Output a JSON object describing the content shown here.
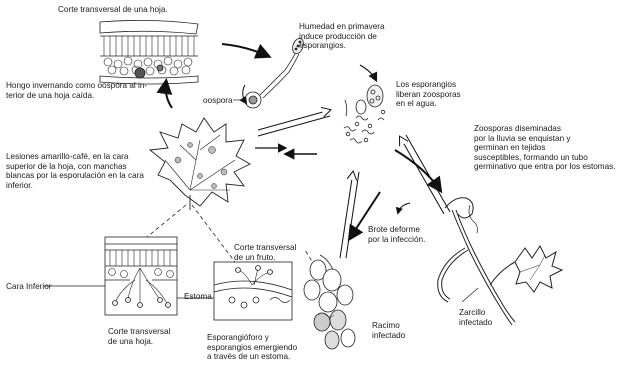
{
  "labels": {
    "leaf_section": "Corte transversal de una hoja.",
    "spring_humidity": "Humedad en primavera\ninduce producción de\nesporangios.",
    "oospora": "oospora",
    "overwintering": "Hongo invernando como oospora al in-\nterior de una hoja caída.",
    "sporangia_release": "Los esporangios\nliberan zoosporas\nen el agua.",
    "zoospores": "Zoosporas diseminadas\npor la lluvia se enquistan y\ngerminan en tejidos\nsusceptibles, formando un tubo\ngerminativo que entra por los estomas.",
    "lesions": "Lesiones amarillo-café, en la cara\nsuperior de la hoja, con manchas\nblancas por la esporulación en la cara\ninferior.",
    "deformed_shoot": "Brote deforme\npor la infección.",
    "fruit_section": "Corte transversal\nde un fruto.",
    "lower_face": "Cara Inferior",
    "stoma": "Estoma",
    "leaf_section_bottom": "Corte transversal\nde una hoja.",
    "sporangiophore": "Esporangióforo y\nesporangios emergiendo\na través de un estoma.",
    "infected_cluster": "Racimo\ninfectado",
    "infected_tendril": "Zarcillo\ninfectado"
  }
}
